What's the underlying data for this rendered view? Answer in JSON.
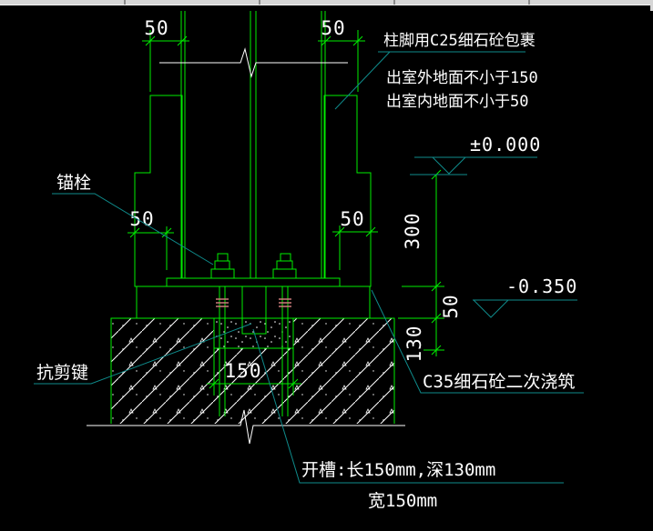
{
  "window": {
    "top_bar_color": "#d6d6d6",
    "background": "#000000"
  },
  "colors": {
    "entity_green": "#00ee00",
    "leader_teal": "#0f8b8b",
    "text_white": "#ffffff",
    "bolt_thread_red": "#cc7a7a"
  },
  "annotations": {
    "top_note_line1": "柱脚用C25细石砼包裹",
    "top_note_line2": "出室外地面不小于150",
    "top_note_line3": "出室内地面不小于50",
    "anchor_bolt_label": "锚栓",
    "shear_key_label": "抗剪键",
    "secondary_pour_label": "C35细石砼二次浇筑",
    "slot_note_line1": "开槽:长150mm,深130mm",
    "slot_note_line2": "宽150mm",
    "level_top": "±0.000",
    "level_foundation": "-0.350"
  },
  "dimensions": {
    "wrap_top_left": "50",
    "wrap_top_right": "50",
    "wrap_mid_left": "50",
    "wrap_mid_right": "50",
    "column_height_300": "300",
    "grout_thickness_50": "50",
    "slot_depth_130": "130",
    "slot_width_150": "150"
  }
}
